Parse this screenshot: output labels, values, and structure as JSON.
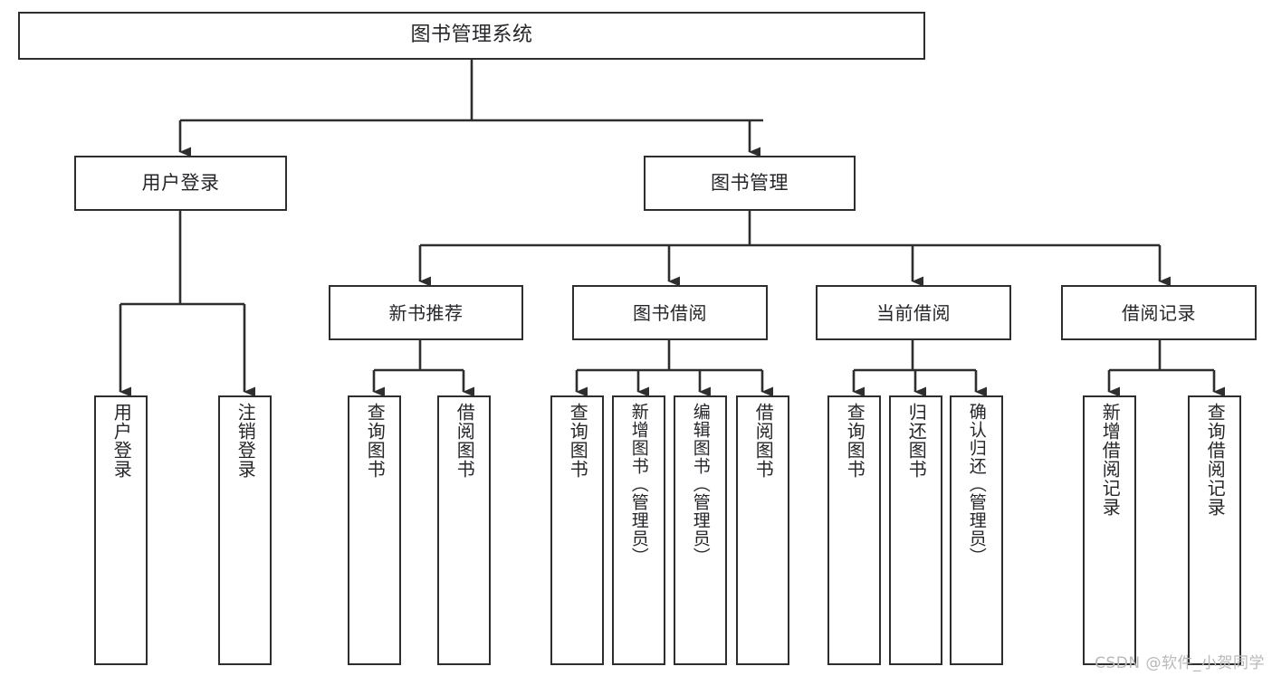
{
  "diagram": {
    "kind": "tree-structure-chart",
    "title": "图书管理系统",
    "background_color": "#ffffff",
    "stroke_color": "#2e2e2e",
    "text_color": "#26262a",
    "watermark": "CSDN @软件_小贺同学",
    "watermark_color": "#b9b9bd"
  },
  "nodes": {
    "root": {
      "label": "图书管理系统"
    },
    "level1": [
      {
        "label": "用户登录"
      },
      {
        "label": "图书管理"
      }
    ],
    "level2": [
      {
        "label": "新书推荐"
      },
      {
        "label": "图书借阅"
      },
      {
        "label": "当前借阅"
      },
      {
        "label": "借阅记录"
      }
    ],
    "leaves": {
      "user_login": [
        {
          "label": "用户登录"
        },
        {
          "label": "注销登录"
        }
      ],
      "new_book_recommend": [
        {
          "label": "查询图书"
        },
        {
          "label": "借阅图书"
        }
      ],
      "book_borrow": [
        {
          "label": "查询图书"
        },
        {
          "label": "新增图书（管理员）"
        },
        {
          "label": "编辑图书（管理员）"
        },
        {
          "label": "借阅图书"
        }
      ],
      "current_borrow": [
        {
          "label": "查询图书"
        },
        {
          "label": "归还图书"
        },
        {
          "label": "确认归还（管理员）"
        }
      ],
      "borrow_record": [
        {
          "label": "新增借阅记录"
        },
        {
          "label": "查询借阅记录"
        }
      ]
    }
  }
}
